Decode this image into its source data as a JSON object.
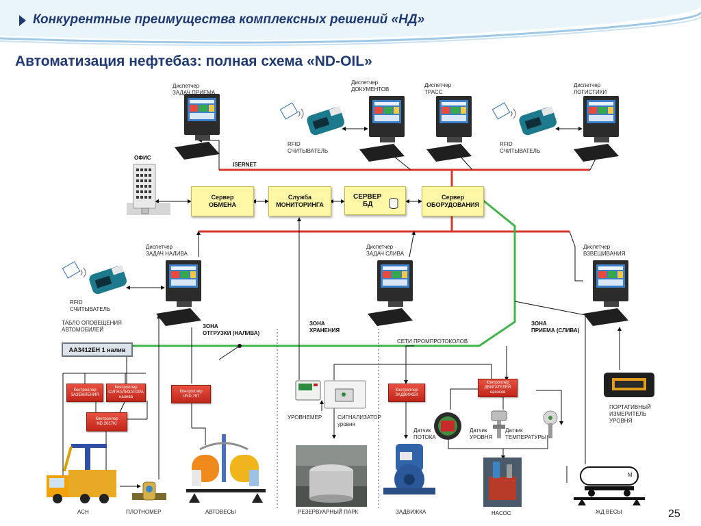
{
  "slide": {
    "header_title": "Конкурентные преимущества комплексных решений «НД»",
    "main_title": "Автоматизация нефтебаз: полная схема «ND-OIL»",
    "page_number": "25"
  },
  "dispatchers": {
    "priem_l1": "Диспетчер",
    "priem_l2": "ЗАДАЧ ПРИЕМА",
    "docs_l1": "Диспетчер",
    "docs_l2": "ДОКУМЕНТОВ",
    "trass_l1": "Диспетчер",
    "trass_l2": "ТРАСС",
    "log_l1": "Диспетчер",
    "log_l2": "ЛОГИСТИКИ",
    "naliv_l1": "Диспетчер",
    "naliv_l2": "ЗАДАЧ НАЛИВА",
    "sliv_l1": "Диспетчер",
    "sliv_l2": "ЗАДАЧ СЛИВА",
    "vzv_l1": "Диспетчер",
    "vzv_l2": "ВЗВЕШИВАНИЯ"
  },
  "rfid": {
    "l1": "RFID",
    "l2": "СЧИТЫВАТЕЛЬ"
  },
  "network": {
    "isernet": "ISERNET",
    "office": "ОФИС",
    "seti": "СЕТИ ПРОМПРОТОКОЛОВ"
  },
  "servers": {
    "obmen_l1": "Сервер",
    "obmen_l2": "ОБМЕНА",
    "monitor_l1": "Служба",
    "monitor_l2": "МОНИТОРИНГА",
    "bd_l1": "СЕРВЕР",
    "bd_l2": "БД",
    "equip_l1": "Сервер",
    "equip_l2": "ОБОРУДОВАНИЯ"
  },
  "zones": {
    "otgr_l1": "ЗОНА",
    "otgr_l2": "ОТГРУЗКИ (НАЛИВА)",
    "hran_l1": "ЗОНА",
    "hran_l2": "ХРАНЕНИЯ",
    "priem_l1": "ЗОНА",
    "priem_l2": "ПРИЕМА (СЛИВА)"
  },
  "tablo": {
    "label_l1": "ТАБЛО ОПОВЕЩЕНИЯ",
    "label_l2": "АВТОМОБИЛЕЙ",
    "display": "АА3412ЕН  1 налив"
  },
  "controllers": {
    "zazem_l1": "Контроллер",
    "zazem_l2": "ЗАЗЕМЛЕНИЯ",
    "signal_l1": "Контроллер",
    "signal_l2": "СИГНАЛИЗАТОРА",
    "signal_l3": "налива",
    "und_l1": "Контроллер",
    "und_l2": "UND.797",
    "nd_l1": "Контроллер",
    "nd_l2": "ND.2017KI",
    "zadv_l1": "Контроллер",
    "zadv_l2": "ЗАДВИЖЕК",
    "dvig_l1": "Контроллер",
    "dvig_l2": "ДВИГАТЕЛЕЙ",
    "dvig_l3": "насосов"
  },
  "devices": {
    "urovnemer": "УРОВНЕМЕР",
    "signal_l1": "СИГНАЛИЗАТОР",
    "signal_l2": "уровня",
    "potok_l1": "Датчик",
    "potok_l2": "ПОТОКА",
    "uroven_l1": "Датчик",
    "uroven_l2": "УРОВНЯ",
    "temp_l1": "Датчик",
    "temp_l2": "ТЕМПЕРАТУРЫ",
    "port_l1": "ПОРТАТИВНЫЙ",
    "port_l2": "ИЗМЕРИТЕЛЬ",
    "port_l3": "УРОВНЯ",
    "wagon_m": "М"
  },
  "bottom": {
    "asn": "АСН",
    "plotnomer": "ПЛОТНОМЕР",
    "avtovesy": "АВТОВЕСЫ",
    "rezerv": "РЕЗЕРВУАРНЫЙ ПАРК",
    "zadvizhka": "ЗАДВИЖКА",
    "nasos": "НАСОС",
    "zhd": "ЖД ВЕСЫ"
  },
  "colors": {
    "accent_blue": "#1f3a73",
    "isernet_red": "#d9342b",
    "promprotocol_green": "#3fb549",
    "server_yellow": "#fff7a6",
    "controller_red": "#d3382a"
  }
}
